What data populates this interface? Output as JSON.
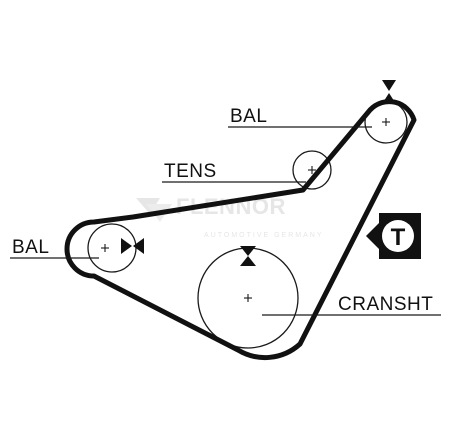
{
  "labels": {
    "bal_top": "BAL",
    "tens": "TENS",
    "bal_left": "BAL",
    "cranshaft": "CRANSHT"
  },
  "watermark": {
    "brand": "FLENNOR",
    "subtitle": "AUTOMOTIVE GERMANY"
  },
  "tensioner_symbol": {
    "letter": "T",
    "icon": "tensioner-symbol-icon"
  },
  "colors": {
    "line": "#111111",
    "background": "#ffffff",
    "watermark": "#e6e6e6"
  }
}
